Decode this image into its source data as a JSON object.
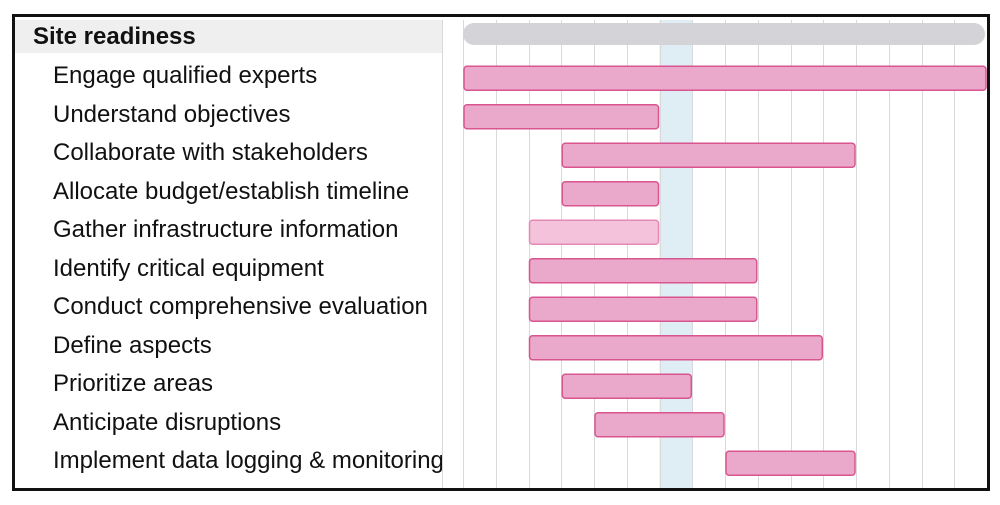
{
  "chart_data": {
    "type": "gantt",
    "group": "Site readiness",
    "period_count": 16,
    "highlight_period": 6,
    "tasks": [
      {
        "name": "Engage qualified experts",
        "start": 0,
        "end": 16
      },
      {
        "name": "Understand objectives",
        "start": 0,
        "end": 6
      },
      {
        "name": "Collaborate with stakeholders",
        "start": 3,
        "end": 12
      },
      {
        "name": "Allocate budget/establish timeline",
        "start": 3,
        "end": 6
      },
      {
        "name": "Gather infrastructure information",
        "start": 2,
        "end": 6,
        "light": true
      },
      {
        "name": "Identify critical equipment",
        "start": 2,
        "end": 9
      },
      {
        "name": "Conduct comprehensive evaluation",
        "start": 2,
        "end": 9
      },
      {
        "name": "Define aspects",
        "start": 2,
        "end": 11
      },
      {
        "name": "Prioritize areas",
        "start": 3,
        "end": 7
      },
      {
        "name": "Anticipate disruptions",
        "start": 4,
        "end": 8
      },
      {
        "name": "Implement data logging & monitoring",
        "start": 8,
        "end": 12
      }
    ],
    "colors": {
      "bar_fill": "#eaa8cb",
      "bar_stroke": "#d9558f",
      "bar_light_fill": "#f4c3db",
      "bar_light_stroke": "#e58ab4",
      "summary_bar": "#d3d3d8",
      "highlight": "#dfedf5",
      "grid": "#d9d9d9"
    }
  }
}
